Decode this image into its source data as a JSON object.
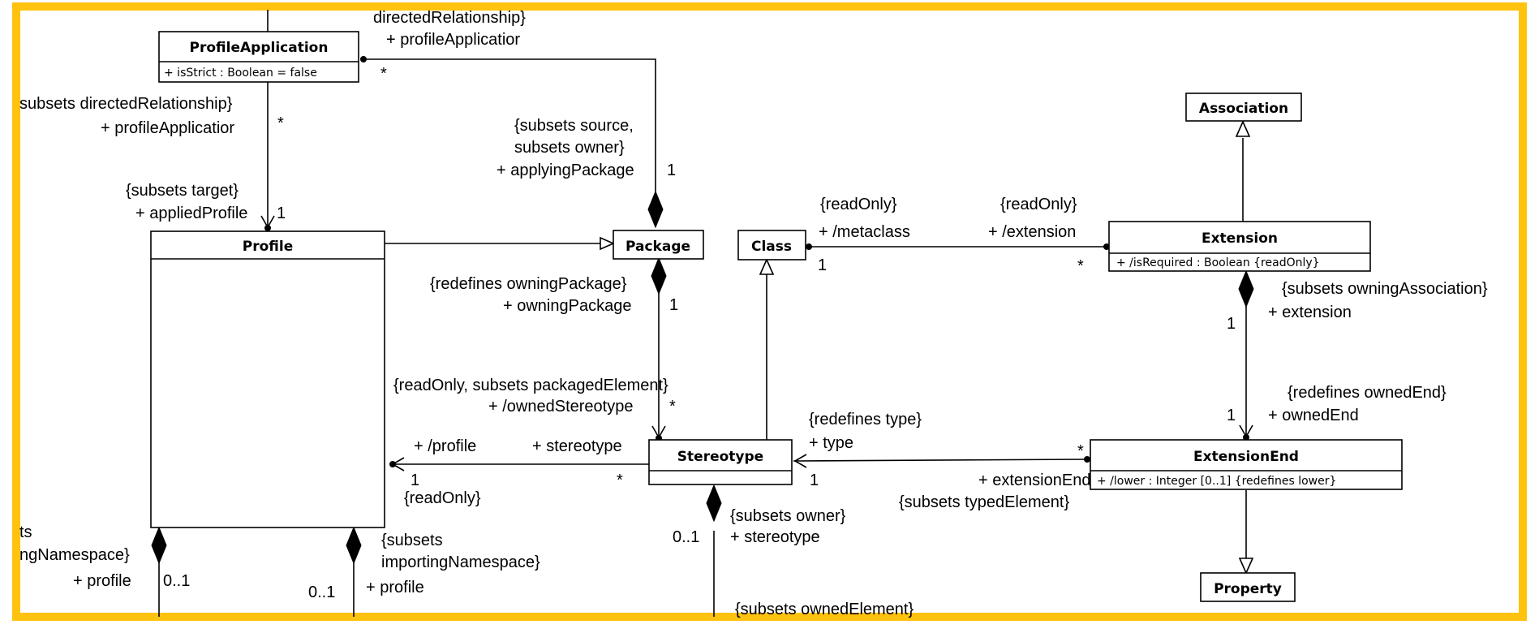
{
  "frame": {
    "border_color": "#FFC20E"
  },
  "classes": {
    "profile_application": {
      "name": "ProfileApplication",
      "attribute": "+ isStrict : Boolean = false"
    },
    "profile": {
      "name": "Profile"
    },
    "package": {
      "name": "Package"
    },
    "class": {
      "name": "Class"
    },
    "association": {
      "name": "Association"
    },
    "extension": {
      "name": "Extension",
      "attribute": "+ /isRequired : Boolean {readOnly}"
    },
    "stereotype": {
      "name": "Stereotype"
    },
    "extension_end": {
      "name": "ExtensionEnd",
      "attribute": "+ /lower : Integer [0..1] {redefines lower}"
    },
    "property": {
      "name": "Property"
    }
  },
  "labels": {
    "pa_top_1": "directedRelationship}",
    "pa_top_2": "+ profileApplicatior",
    "pa_star_top": "*",
    "pa_left_1": "subsets directedRelationship}",
    "pa_left_2": "+ profileApplicatior",
    "pa_star_left": "*",
    "target_1": "{subsets target}",
    "target_2": "+ appliedProfile",
    "target_mult": "1",
    "source_1": "{subsets source,",
    "source_2": "subsets owner}",
    "source_3": "+ applyingPackage",
    "source_mult": "1",
    "owning_pkg_1": "{redefines owningPackage}",
    "owning_pkg_2": "+ owningPackage",
    "owning_pkg_mult": "1",
    "owned_st_1": "{readOnly, subsets packagedElement}",
    "owned_st_2": "+ /ownedStereotype",
    "owned_st_mult": "*",
    "profile_end": "+ /profile",
    "profile_end_mult": "1",
    "profile_end_ro": "{readOnly}",
    "stereotype_end": "+ stereotype",
    "stereotype_end_mult": "*",
    "metaclass_ro": "{readOnly}",
    "metaclass": "+ /metaclass",
    "metaclass_mult": "1",
    "extension_ro": "{readOnly}",
    "extension_role": "+ /extension",
    "extension_mult": "*",
    "owning_assoc_1": "{subsets owningAssociation}",
    "owning_assoc_2": "+ extension",
    "owning_assoc_mult": "1",
    "owned_end_1": "{redefines ownedEnd}",
    "owned_end_2": "+ ownedEnd",
    "owned_end_mult": "1",
    "type_1": "{redefines type}",
    "type_2": "+ type",
    "type_mult": "1",
    "ext_end_star": "*",
    "ext_end_1": "+ extensionEnd",
    "ext_end_2": "{subsets typedElement}",
    "st_owner_1": "{subsets owner}",
    "st_owner_2": "+ stereotype",
    "st_owner_mult": "0..1",
    "owned_elem": "{subsets ownedElement}",
    "left_ns_1": "ts",
    "left_ns_2": "ngNamespace}",
    "left_profile": "+ profile",
    "left_mult": "0..1",
    "import_ns_1": "{subsets",
    "import_ns_2": "importingNamespace}",
    "import_profile": "+ profile",
    "import_mult": "0..1"
  }
}
